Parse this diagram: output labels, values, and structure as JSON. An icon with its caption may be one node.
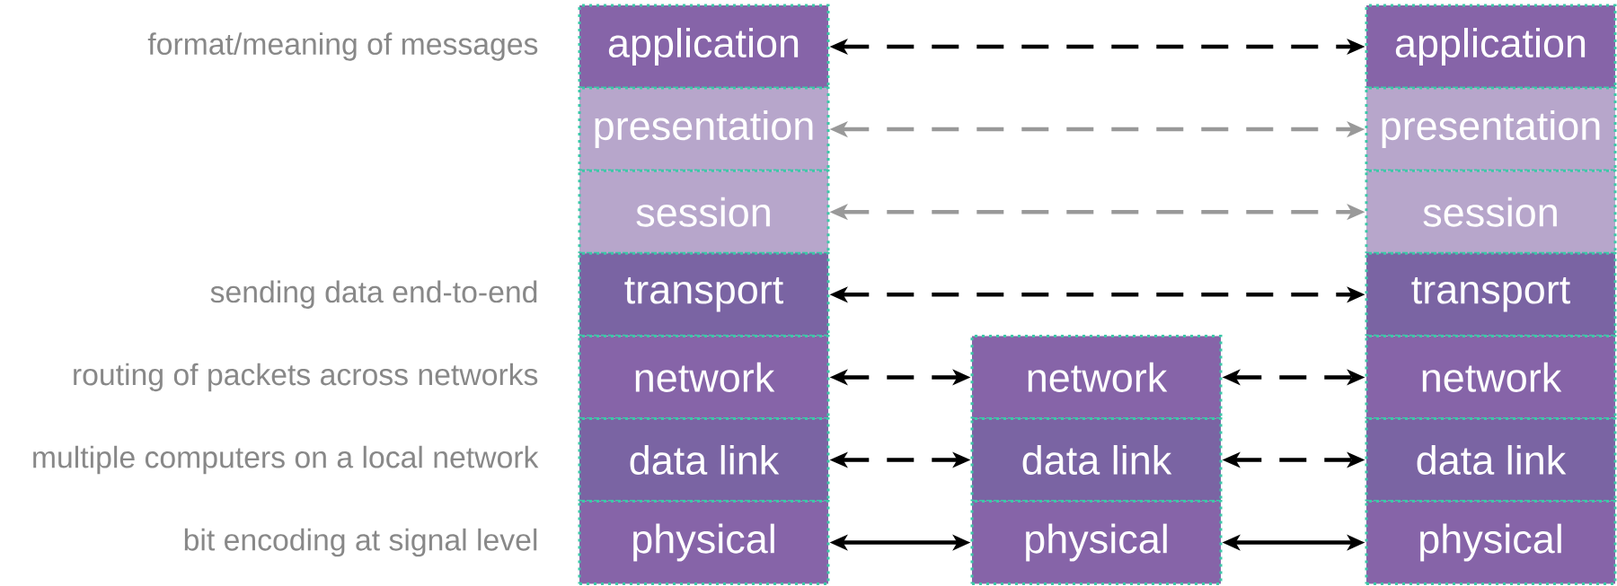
{
  "diagram": {
    "nodes": [
      {
        "text": [
          "application"
        ],
        "beside": [
          "format/meaning of messages"
        ]
      },
      {
        "text": [
          "presentation"
        ]
      },
      {
        "text": [
          "session"
        ]
      },
      {
        "text": [
          "transport"
        ],
        "beside": [
          "sending data end-to-end"
        ]
      },
      {
        "text": [
          "network"
        ],
        "beside": [
          "routing of packets across networks"
        ]
      },
      {
        "text": [
          "data link"
        ],
        "beside": [
          "multiple computers on a local network"
        ]
      },
      {
        "text": [
          "physical"
        ],
        "beside": [
          "bit encoding at signal level"
        ]
      },
      {
        "text": [
          "network"
        ]
      },
      {
        "text": [
          "data link"
        ]
      },
      {
        "text": [
          "physical"
        ]
      },
      {
        "text": [
          "application"
        ]
      },
      {
        "text": [
          "presentation"
        ]
      },
      {
        "text": [
          "session"
        ]
      },
      {
        "text": [
          "transport"
        ]
      },
      {
        "text": [
          "network"
        ]
      },
      {
        "text": [
          "data link"
        ]
      },
      {
        "text": [
          "physical"
        ]
      }
    ],
    "edges": [
      {
        "from": 0,
        "to": 10,
        "arrow": "both",
        "style": "dashed"
      },
      {
        "from": 1,
        "to": 11,
        "arrow": "both",
        "style": "dashed",
        "color": "#999999"
      },
      {
        "from": 2,
        "to": 12,
        "arrow": "both",
        "style": "dashed",
        "color": "#999999"
      },
      {
        "from": 3,
        "to": 13,
        "arrow": "both",
        "style": "dashed"
      },
      {
        "from": 4,
        "to": 7,
        "arrow": "both",
        "style": "dashed"
      },
      {
        "from": 7,
        "to": 14,
        "arrow": "both",
        "style": "dashed"
      },
      {
        "from": 5,
        "to": 8,
        "arrow": "both",
        "style": "dashed"
      },
      {
        "from": 8,
        "to": 15,
        "arrow": "both",
        "style": "dashed"
      },
      {
        "from": 6,
        "to": 9,
        "arrow": "both"
      },
      {
        "from": 9,
        "to": 16,
        "arrow": "both"
      }
    ]
  }
}
